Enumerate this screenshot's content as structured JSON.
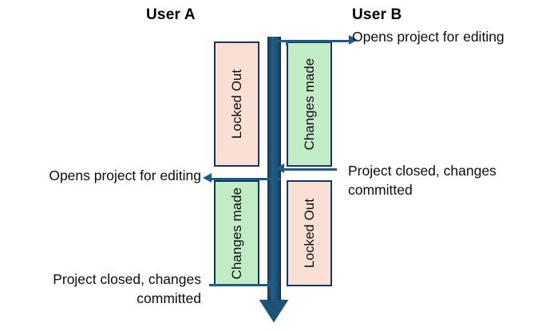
{
  "diagram": {
    "title_a": "User A",
    "title_b": "User B",
    "lanes": {
      "user_a": {
        "label": "User A",
        "phases": [
          {
            "name": "locked-out-1",
            "label": "Locked Out",
            "state": "locked",
            "color": "#fae0d4",
            "order": 1
          },
          {
            "name": "changes-made-2",
            "label": "Changes made",
            "state": "editing",
            "color": "#c2ecc6",
            "order": 2
          }
        ],
        "events": [
          {
            "name": "opens-project",
            "text": "Opens project for editing",
            "direction": "from-timeline"
          },
          {
            "name": "project-closed",
            "text": "Project closed, changes\ncommitted",
            "direction": "to-timeline"
          }
        ]
      },
      "user_b": {
        "label": "User B",
        "phases": [
          {
            "name": "changes-made-1",
            "label": "Changes made",
            "state": "editing",
            "color": "#c2ecc6",
            "order": 1
          },
          {
            "name": "locked-out-2",
            "label": "Locked Out",
            "state": "locked",
            "color": "#fae0d4",
            "order": 2
          }
        ],
        "events": [
          {
            "name": "opens-project",
            "text": "Opens project for editing",
            "direction": "from-timeline"
          },
          {
            "name": "project-closed",
            "text": "Project closed, changes\ncommitted",
            "direction": "to-timeline"
          }
        ]
      }
    },
    "timeline": {
      "name": "time-axis",
      "direction": "downward",
      "color": "#1d5276"
    },
    "palette": {
      "locked_fill": "#fae0d4",
      "editing_fill": "#c2ecc6",
      "box_border": "#17375e",
      "connector": "#1f5c84",
      "timeline": "#1d5276",
      "text": "#0d0d0d"
    }
  }
}
